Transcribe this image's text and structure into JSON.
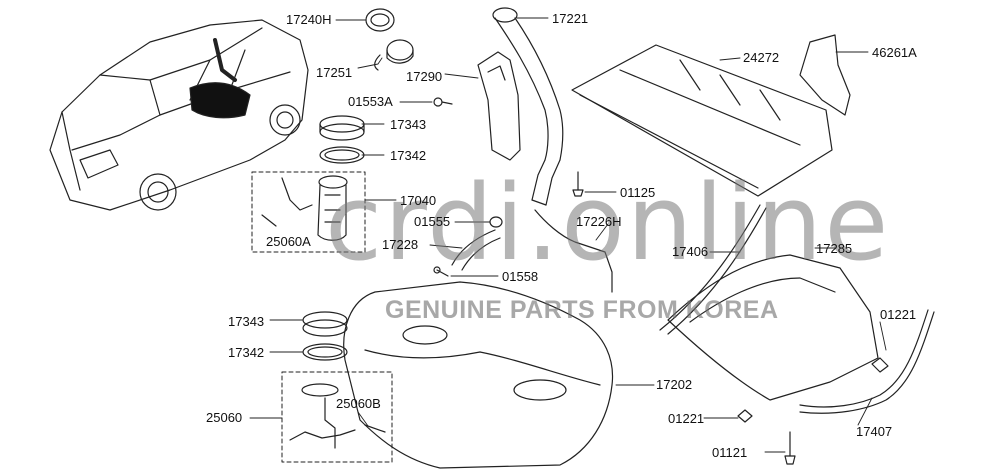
{
  "watermark": {
    "brand": "crdi.online",
    "tagline": "GENUINE PARTS FROM KOREA"
  },
  "parts": [
    {
      "id": "p-17240h",
      "label": "17240H"
    },
    {
      "id": "p-17251",
      "label": "17251"
    },
    {
      "id": "p-17221",
      "label": "17221"
    },
    {
      "id": "p-17290",
      "label": "17290"
    },
    {
      "id": "p-01553a",
      "label": "01553A"
    },
    {
      "id": "p-17343-top",
      "label": "17343"
    },
    {
      "id": "p-17342-top",
      "label": "17342"
    },
    {
      "id": "p-17040",
      "label": "17040"
    },
    {
      "id": "p-25060a",
      "label": "25060A"
    },
    {
      "id": "p-01555",
      "label": "01555"
    },
    {
      "id": "p-17228",
      "label": "17228"
    },
    {
      "id": "p-01558",
      "label": "01558"
    },
    {
      "id": "p-17226h",
      "label": "17226H"
    },
    {
      "id": "p-01125",
      "label": "01125"
    },
    {
      "id": "p-24272",
      "label": "24272"
    },
    {
      "id": "p-46261a",
      "label": "46261A"
    },
    {
      "id": "p-17406",
      "label": "17406"
    },
    {
      "id": "p-17285",
      "label": "17285"
    },
    {
      "id": "p-01221-r",
      "label": "01221"
    },
    {
      "id": "p-17343-bot",
      "label": "17343"
    },
    {
      "id": "p-17342-bot",
      "label": "17342"
    },
    {
      "id": "p-17202",
      "label": "17202"
    },
    {
      "id": "p-25060",
      "label": "25060"
    },
    {
      "id": "p-25060b",
      "label": "25060B"
    },
    {
      "id": "p-01221-b",
      "label": "01221"
    },
    {
      "id": "p-17407",
      "label": "17407"
    },
    {
      "id": "p-01121",
      "label": "01121"
    }
  ]
}
